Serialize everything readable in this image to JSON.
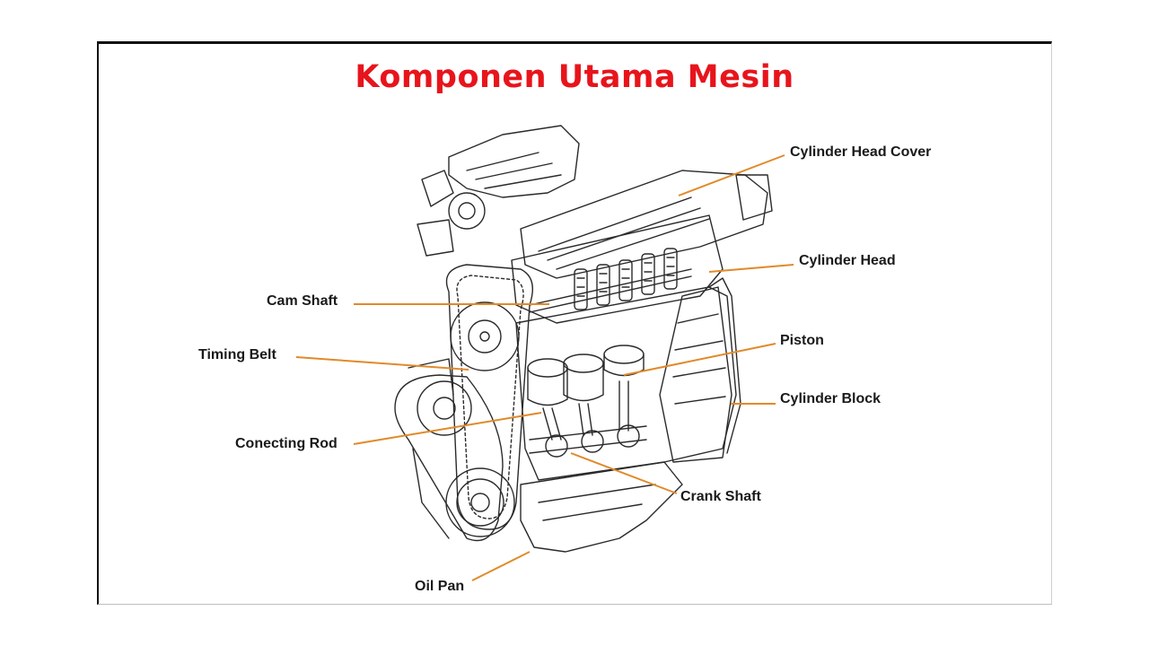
{
  "diagram": {
    "title": "Komponen Utama Mesin",
    "accent_color": "#e8141c",
    "leader_color": "#e08a2a",
    "labels": {
      "cylinder_head_cover": "Cylinder Head Cover",
      "cylinder_head": "Cylinder Head",
      "cam_shaft": "Cam  Shaft",
      "timing_belt": "Timing Belt",
      "piston": "Piston",
      "cylinder_block": "Cylinder Block",
      "conecting_rod": "Conecting Rod",
      "crank_shaft": "Crank Shaft",
      "oil_pan": "Oil Pan"
    }
  }
}
